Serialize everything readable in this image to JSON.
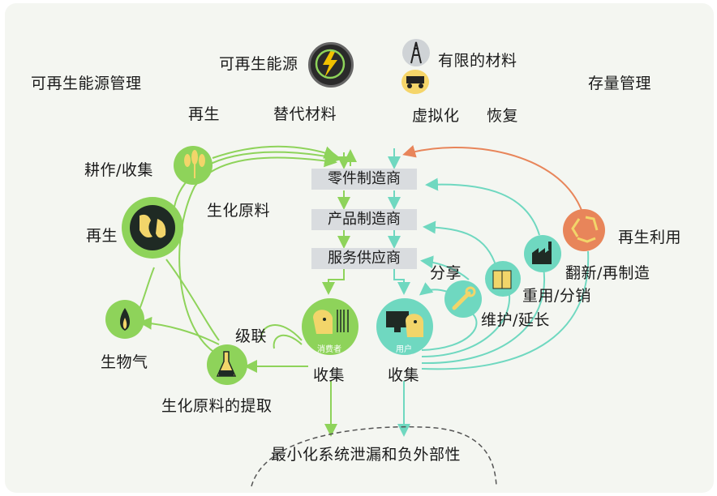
{
  "top": {
    "renewables_title": "可再生能源",
    "finite_materials": "有限的材料",
    "renewable_mgmt": "可再生能源管理",
    "stock_mgmt": "存量管理",
    "regenerate": "再生",
    "substitute": "替代材料",
    "virtualize": "虚拟化",
    "restore": "恢复"
  },
  "left": {
    "farming": "耕作/收集",
    "regen": "再生",
    "biochem": "生化原料",
    "biogas": "生物气",
    "cascade": "级联",
    "extraction": "生化原料的提取"
  },
  "center": {
    "parts": "零件制造商",
    "product": "产品制造商",
    "service": "服务供应商",
    "consumer_tag": "消费者",
    "user_tag": "用户",
    "collect_left": "收集",
    "collect_right": "收集",
    "leakage": "最小化系统泄漏和负外部性"
  },
  "right": {
    "recycle": "再生利用",
    "share": "分享",
    "refurbish": "翻新/再制造",
    "reuse": "重用/分销",
    "maintain": "维护/延长"
  },
  "colors": {
    "green": "#8ed35a",
    "teal": "#6fd8c0",
    "orange": "#e8855a",
    "dark_green": "#3a7d2e"
  }
}
